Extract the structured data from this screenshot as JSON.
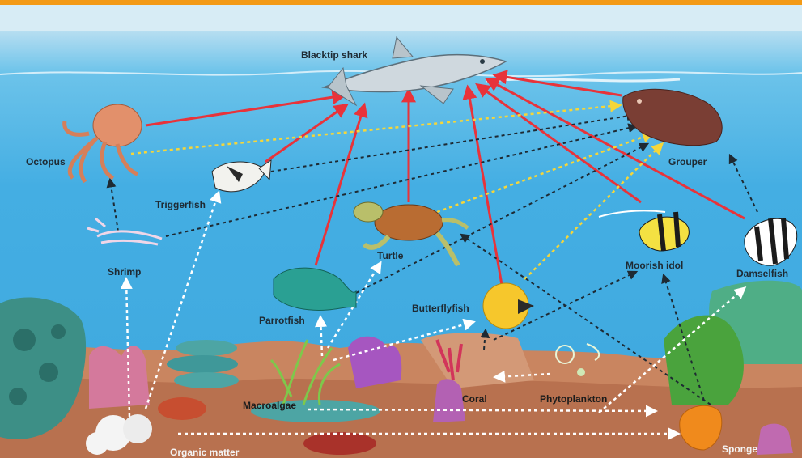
{
  "labels": {
    "blacktip_shark": "Blacktip shark",
    "octopus": "Octopus",
    "triggerfish": "Triggerfish",
    "grouper": "Grouper",
    "shrimp": "Shrimp",
    "turtle": "Turtle",
    "parrotfish": "Parrotfish",
    "moorish_idol": "Moorish idol",
    "damselfish": "Damselfish",
    "butterflyfish": "Butterflyfish",
    "coral": "Coral",
    "phytoplankton": "Phytoplankton",
    "macroalgae": "Macroalgae",
    "organic_matter": "Organic matter",
    "sponge": "Sponge"
  },
  "colors": {
    "accent_bar": "#f39a16",
    "arrow_red": "#e8333a",
    "arrow_yellow": "#f5d63a",
    "arrow_black": "#1e2a33",
    "arrow_white": "#ffffff"
  }
}
